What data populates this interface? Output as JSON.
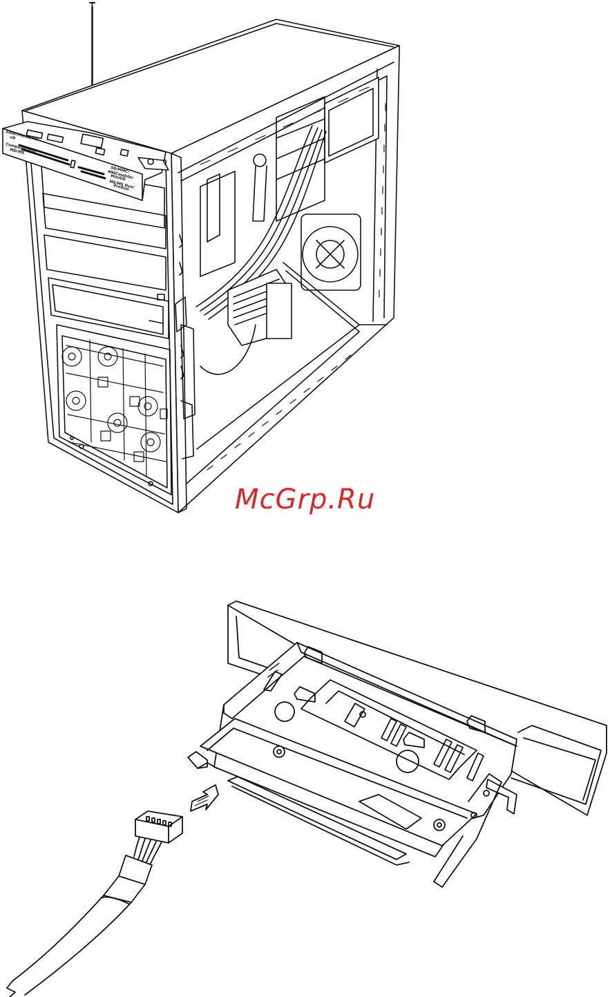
{
  "watermark": {
    "text": "McGrp.Ru",
    "color": "#d62828"
  },
  "figure1": {
    "card_reader_labels": [
      "SmartMedia/xD/",
      "xD",
      "CompactFlash/",
      "MD/MS",
      "SD/MMC/",
      "MMCmobile/",
      "MiniSD",
      "MS/MS Duo/",
      "ProDuo"
    ]
  },
  "colors": {
    "line": "#111111",
    "fill": "#ffffff"
  }
}
